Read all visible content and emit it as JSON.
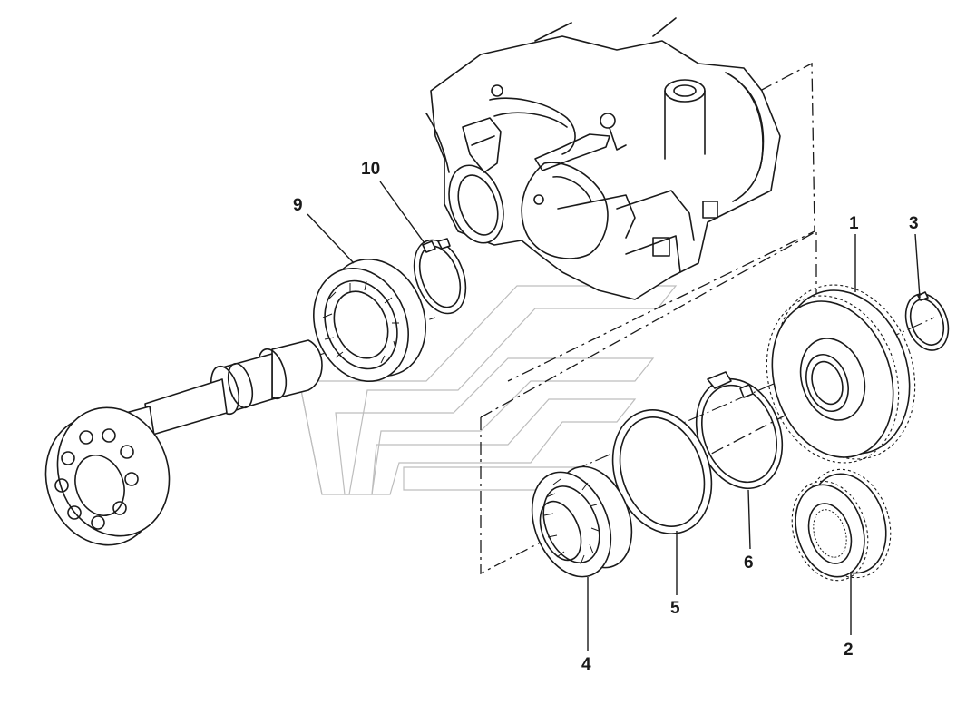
{
  "callouts": {
    "c1": "1",
    "c2": "2",
    "c3": "3",
    "c4": "4",
    "c5": "5",
    "c6": "6",
    "c9": "9",
    "c10": "10"
  },
  "colors": {
    "line": "#1a1a1a",
    "watermark": "#bdbdbd",
    "background": "#ffffff"
  }
}
